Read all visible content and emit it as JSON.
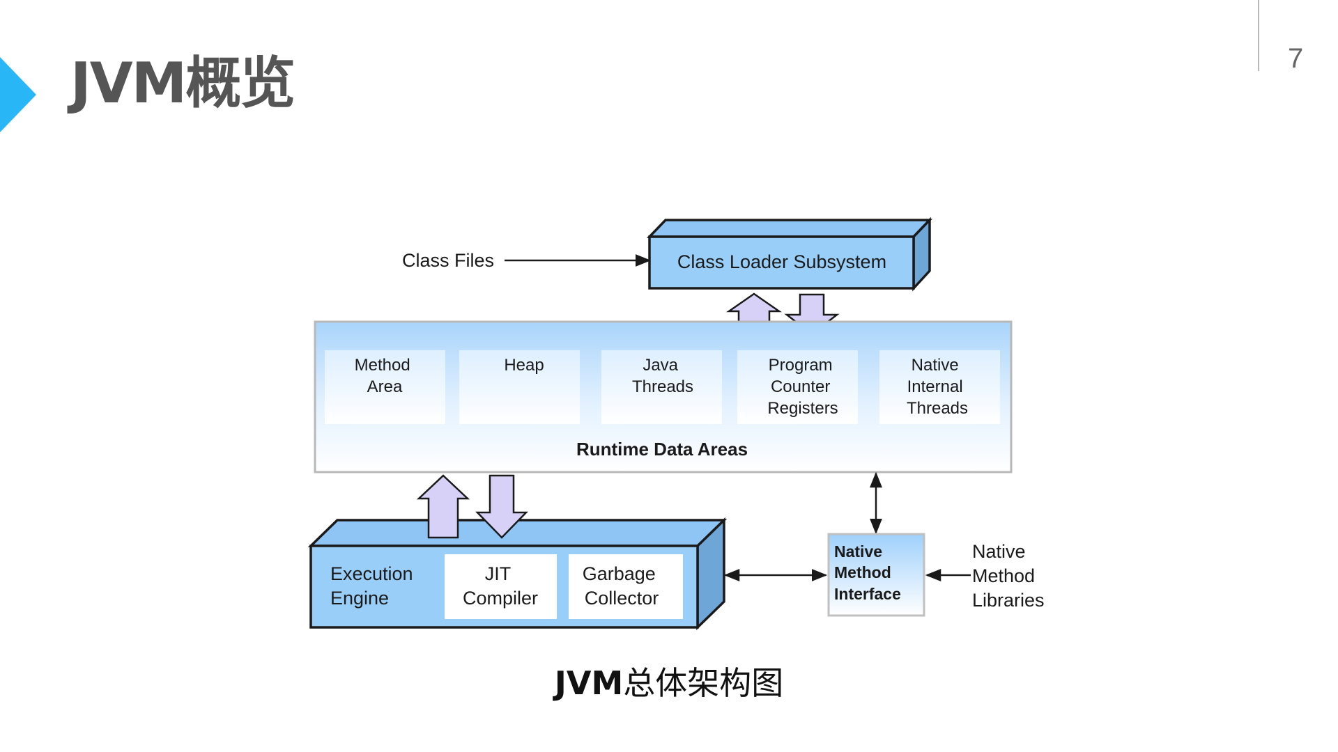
{
  "slide": {
    "title": "JVM概览",
    "page_number": "7",
    "accent_color": "#29b6f6",
    "caption_prefix": "JVM",
    "caption_suffix": "总体架构图"
  },
  "diagram": {
    "class_files": "Class Files",
    "class_loader": "Class Loader Subsystem",
    "runtime_areas": [
      [
        "Method",
        "Area"
      ],
      [
        "Heap"
      ],
      [
        "Java",
        "Threads"
      ],
      [
        "Program",
        "Counter",
        "Registers"
      ],
      [
        "Native",
        "Internal",
        "Threads"
      ]
    ],
    "runtime_title": "Runtime Data Areas",
    "execution_engine": [
      "Execution",
      "Engine"
    ],
    "jit_compiler": [
      "JIT",
      "Compiler"
    ],
    "garbage_collector": [
      "Garbage",
      "Collector"
    ],
    "native_method_interface": [
      "Native",
      "Method",
      "Interface"
    ],
    "native_method_libraries": [
      "Native",
      "Method",
      "Libraries"
    ],
    "colors": {
      "box_blue": "#99cef8",
      "box_side": "#6fa6d8",
      "arrow_fill": "#d7d0f7",
      "border": "#1a1a1a"
    }
  }
}
